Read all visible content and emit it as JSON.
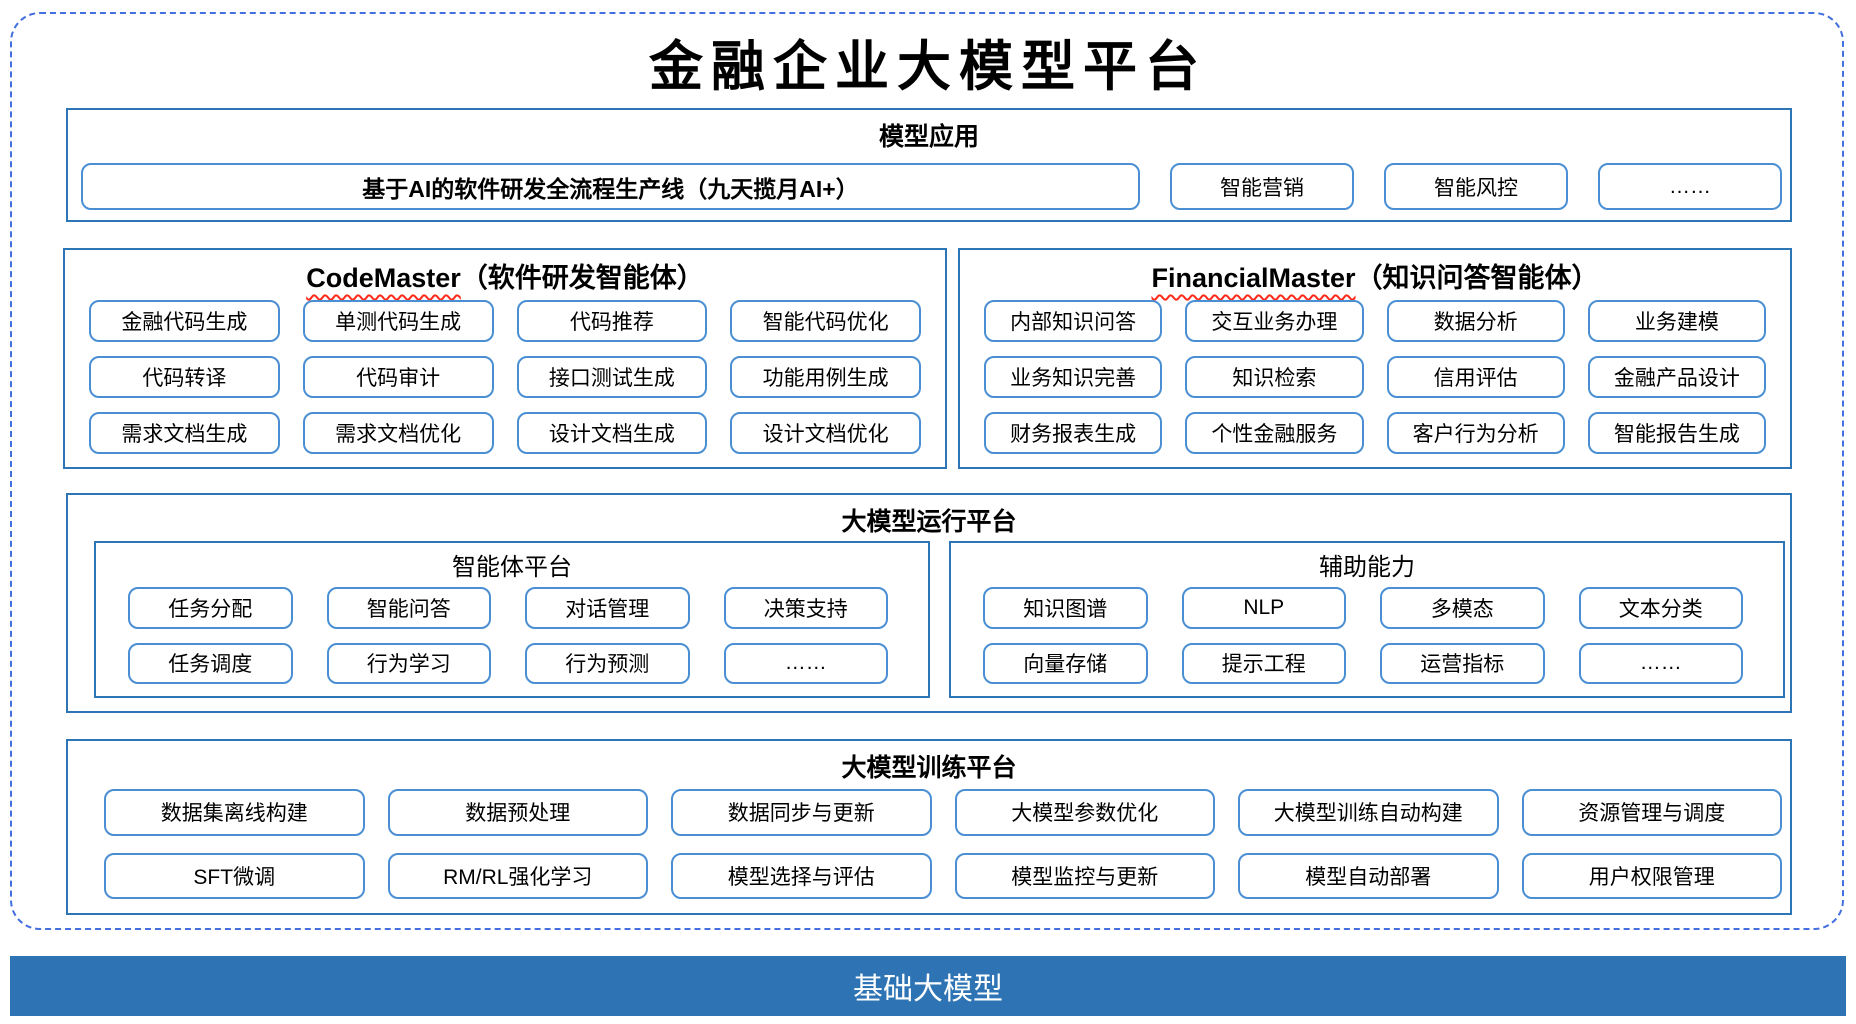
{
  "title": "金融企业大模型平台",
  "colors": {
    "frame_dashed": "#4370DE",
    "section_border": "#2E75B6",
    "box_border": "#4A8FD3",
    "base_bar_bg": "#2E74B5",
    "base_bar_text": "#FFFFFF",
    "squiggle": "#FF2B1A",
    "text": "#000000"
  },
  "model_app": {
    "title": "模型应用",
    "pipeline": "基于AI的软件研发全流程生产线（九天揽月AI+）",
    "items": [
      "智能营销",
      "智能风控",
      "……"
    ]
  },
  "code_master": {
    "title_en": "CodeMaster",
    "title_zh": "（软件研发智能体）",
    "items": [
      "金融代码生成",
      "单测代码生成",
      "代码推荐",
      "智能代码优化",
      "代码转译",
      "代码审计",
      "接口测试生成",
      "功能用例生成",
      "需求文档生成",
      "需求文档优化",
      "设计文档生成",
      "设计文档优化"
    ]
  },
  "financial_master": {
    "title_en": "FinancialMaster",
    "title_zh": "（知识问答智能体）",
    "items": [
      "内部知识问答",
      "交互业务办理",
      "数据分析",
      "业务建模",
      "业务知识完善",
      "知识检索",
      "信用评估",
      "金融产品设计",
      "财务报表生成",
      "个性金融服务",
      "客户行为分析",
      "智能报告生成"
    ]
  },
  "runtime_platform": {
    "title": "大模型运行平台",
    "agent_platform": {
      "title": "智能体平台",
      "items": [
        "任务分配",
        "智能问答",
        "对话管理",
        "决策支持",
        "任务调度",
        "行为学习",
        "行为预测",
        "……"
      ]
    },
    "auxiliary": {
      "title": "辅助能力",
      "items": [
        "知识图谱",
        "NLP",
        "多模态",
        "文本分类",
        "向量存储",
        "提示工程",
        "运营指标",
        "……"
      ]
    }
  },
  "training_platform": {
    "title": "大模型训练平台",
    "items": [
      "数据集离线构建",
      "数据预处理",
      "数据同步与更新",
      "大模型参数优化",
      "大模型训练自动构建",
      "资源管理与调度",
      "SFT微调",
      "RM/RL强化学习",
      "模型选择与评估",
      "模型监控与更新",
      "模型自动部署",
      "用户权限管理"
    ]
  },
  "base_model": {
    "label": "基础大模型"
  }
}
